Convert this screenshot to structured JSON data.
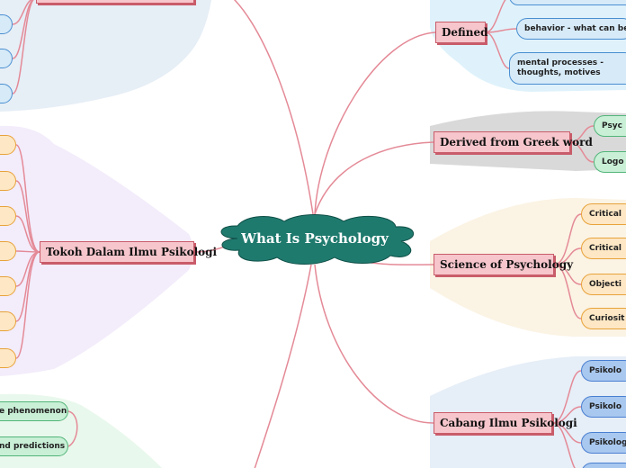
{
  "central": {
    "label": "What Is Psychology",
    "color": "#1f7a6e"
  },
  "branches": {
    "defined": {
      "label": "Defined",
      "items": [
        "",
        "behavior - what can be directly",
        "mental processes - thoughts, motives"
      ]
    },
    "derived": {
      "label": "Derived from Greek word",
      "items": [
        "Psyc",
        "Logo"
      ]
    },
    "science": {
      "label": "Science  of Psychology",
      "items": [
        "Critical",
        "Critical",
        "Objecti",
        "Curiosit"
      ]
    },
    "cabang": {
      "label": "Cabang Ilmu Psikologi",
      "items": [
        "Psikolo",
        "Psikolo",
        "Psikolog",
        ""
      ]
    },
    "tokoh": {
      "label": "Tokoh Dalam Ilmu Psikologi",
      "items": [
        "",
        "",
        "",
        "",
        "",
        "",
        ""
      ]
    },
    "bottom_left": {
      "items": [
        "e phenomenon",
        "nd predictions"
      ]
    }
  },
  "colors": {
    "connector": "#e48a97",
    "node_fill": "#f6c6cc",
    "node_border": "#c95c6a"
  }
}
